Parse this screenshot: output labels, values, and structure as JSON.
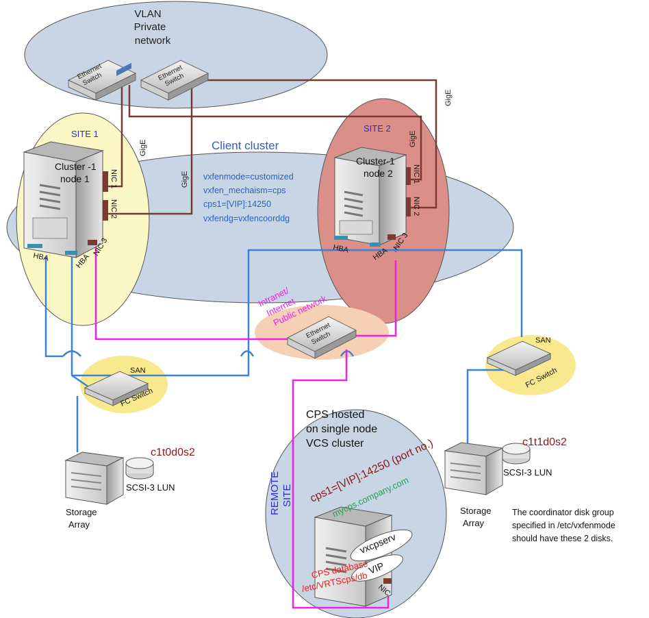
{
  "vlan": {
    "line1": "VLAN",
    "line2": "Private",
    "line3": "network"
  },
  "switch_labels": {
    "ethernet_l1": "Ethernet",
    "ethernet_l2": "Switch",
    "san": "SAN",
    "fc": "FC Switch"
  },
  "client_cluster": {
    "title": "Client cluster",
    "config_lines": [
      "vxfenmode=customized",
      "vxfen_mechaism=cps",
      "cps1=[VIP]:14250",
      "vxfendg=vxfencoorddg"
    ]
  },
  "site1": {
    "title": "SITE  1",
    "node_l1": "Cluster -1",
    "node_l2": "node 1"
  },
  "site2": {
    "title": "SITE  2",
    "node_l1": "Cluster-1",
    "node_l2": "node 2"
  },
  "ports": {
    "nic1": "NIC 1",
    "nic2": "NIC 2",
    "nic3": "NIC 3",
    "hba": "HBA",
    "nic": "NIC"
  },
  "link_label": "GigE",
  "public_network": {
    "line1": "Intranet/",
    "line2": "Internet",
    "line3": "Public network"
  },
  "storage_left": {
    "lun_id": "c1t0d0s2",
    "lun_label": "SCSI-3  LUN",
    "array_l1": "Storage",
    "array_l2": "Array"
  },
  "storage_right": {
    "lun_id": "c1t1d0s2",
    "lun_label": "SCSI-3  LUN",
    "array_l1": "Storage",
    "array_l2": "Array"
  },
  "cps": {
    "line1": "CPS hosted",
    "line2": "on single node",
    "line3": "VCS cluster",
    "remote_l1": "REMOTE",
    "remote_l2": "SITE",
    "port_text": "cps1=[VIP]:14250 (port no.)",
    "hostname": "mycps.company.com",
    "service": "vxcpserv",
    "vip": "VIP",
    "db_l1": "CPS database",
    "db_l2": "/etc/VRTScps/db"
  },
  "note": {
    "line1": "The coordinator disk group",
    "line2": "specified in /etc/vxfenmode",
    "line3": "should have these 2 disks."
  },
  "colors": {
    "vlan_fill": "#c7d5e5",
    "site1_fill": "#fbf8c6",
    "site2_fill": "#da8f88",
    "remote_fill": "#c7d5e5",
    "gige_line": "#7a3a32",
    "fc_line": "#3d82d2",
    "public_line": "#ef1fe6",
    "san_glow": "#f9e98e",
    "public_glow": "#f6d0b5"
  }
}
